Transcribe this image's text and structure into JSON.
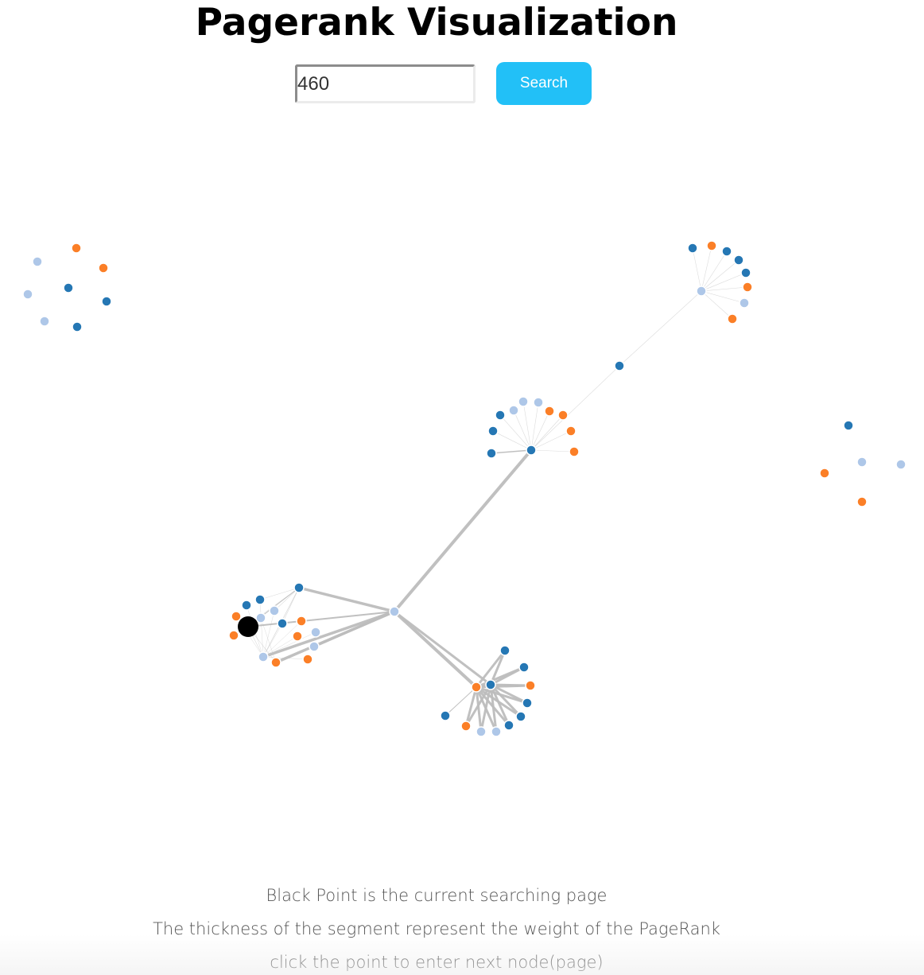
{
  "header": {
    "title": "Pagerank Visualization"
  },
  "search": {
    "value": "460",
    "button_label": "Search"
  },
  "legend_lines": [
    "Black Point is the current searching page",
    "The thickness of the segment represent the weight of the PageRank",
    "click the point to enter next node(page)"
  ],
  "colors": {
    "dark_blue": "#2577b4",
    "orange": "#fb7f27",
    "light_blue": "#aec7e8",
    "current": "#000000",
    "link": "#bdbdbd",
    "button": "#22c0f7"
  }
}
